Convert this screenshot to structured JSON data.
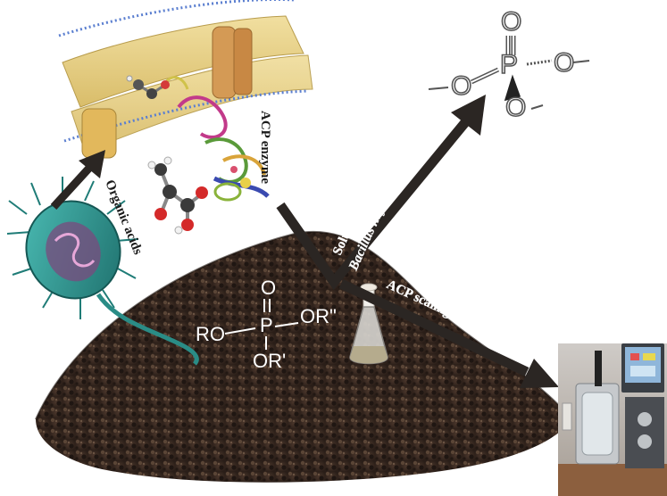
{
  "labels": {
    "organic_acids": "Organic acids",
    "acp_enzyme": "ACP enzyme",
    "solubilization_line1": "Solubilization by",
    "solubilization_line2": "Bacillus haynesii",
    "acp_scaling_up": "ACP scaling up"
  },
  "phosphate_ester": {
    "top": "O",
    "center": "P",
    "left": "RO",
    "right": "OR\"",
    "bottom": "OR'"
  },
  "phosphate_ion": {
    "top": "O",
    "center": "P",
    "right": "O",
    "left": "O",
    "bottom": "O"
  },
  "colors": {
    "arrow": "#2b2623",
    "soil": "#3d2c23",
    "membrane": "#e8d28c",
    "bacterium": "#2f9a95"
  }
}
